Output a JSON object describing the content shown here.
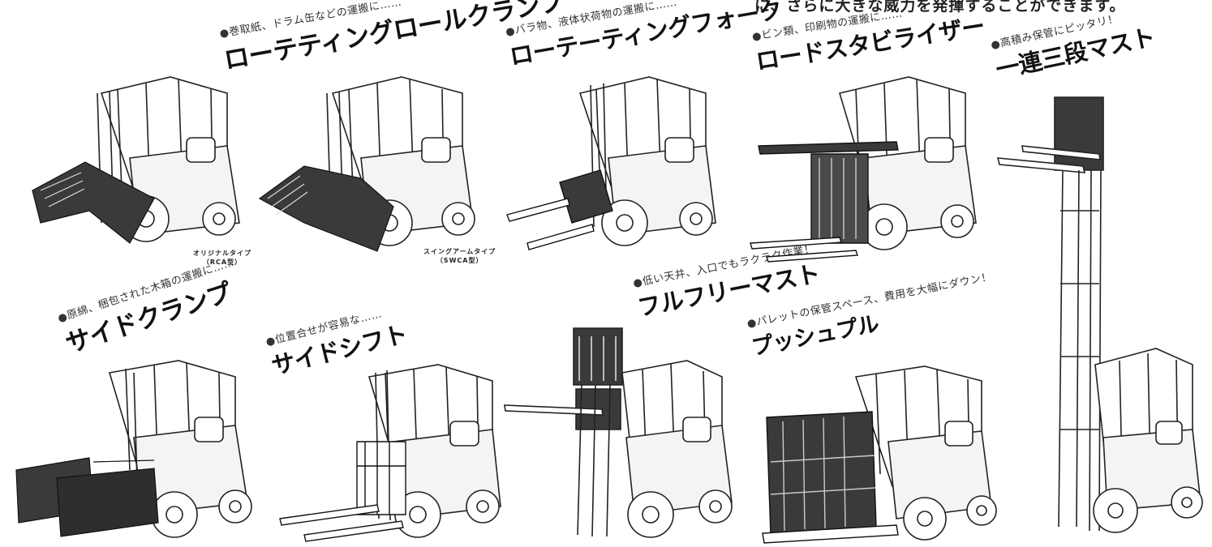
{
  "intro_fragment": "に、さらに大きな威力を発揮することができます。",
  "sections": [
    {
      "subtitle": "●巻取紙、ドラム缶などの運搬に……",
      "title": "ローテティングロールクランプ"
    },
    {
      "subtitle": "●バラ物、液体状荷物の運搬に……",
      "title": "ローテーティングフォーク"
    },
    {
      "subtitle": "●ビン類、印刷物の運搬に……",
      "title": "ロードスタビライザー"
    },
    {
      "subtitle": "●高積み保管にピッタリ！",
      "title": "一連三段マスト"
    },
    {
      "subtitle": "●原綿、梱包された木箱の運搬に……",
      "title": "サイドクランプ"
    },
    {
      "subtitle": "●位置合せが容易な……",
      "title": "サイドシフト"
    },
    {
      "subtitle": "●低い天井、入口でもラクラク作業！",
      "title": "フルフリーマスト"
    },
    {
      "subtitle": "●パレットの保管スペース、費用を大幅にダウン！",
      "title": "プッシュプル"
    }
  ],
  "type_labels": [
    {
      "name": "オリジナルタイプ",
      "model": "（RCA型）"
    },
    {
      "name": "スイングアームタイプ",
      "model": "（SWCA型）"
    }
  ]
}
